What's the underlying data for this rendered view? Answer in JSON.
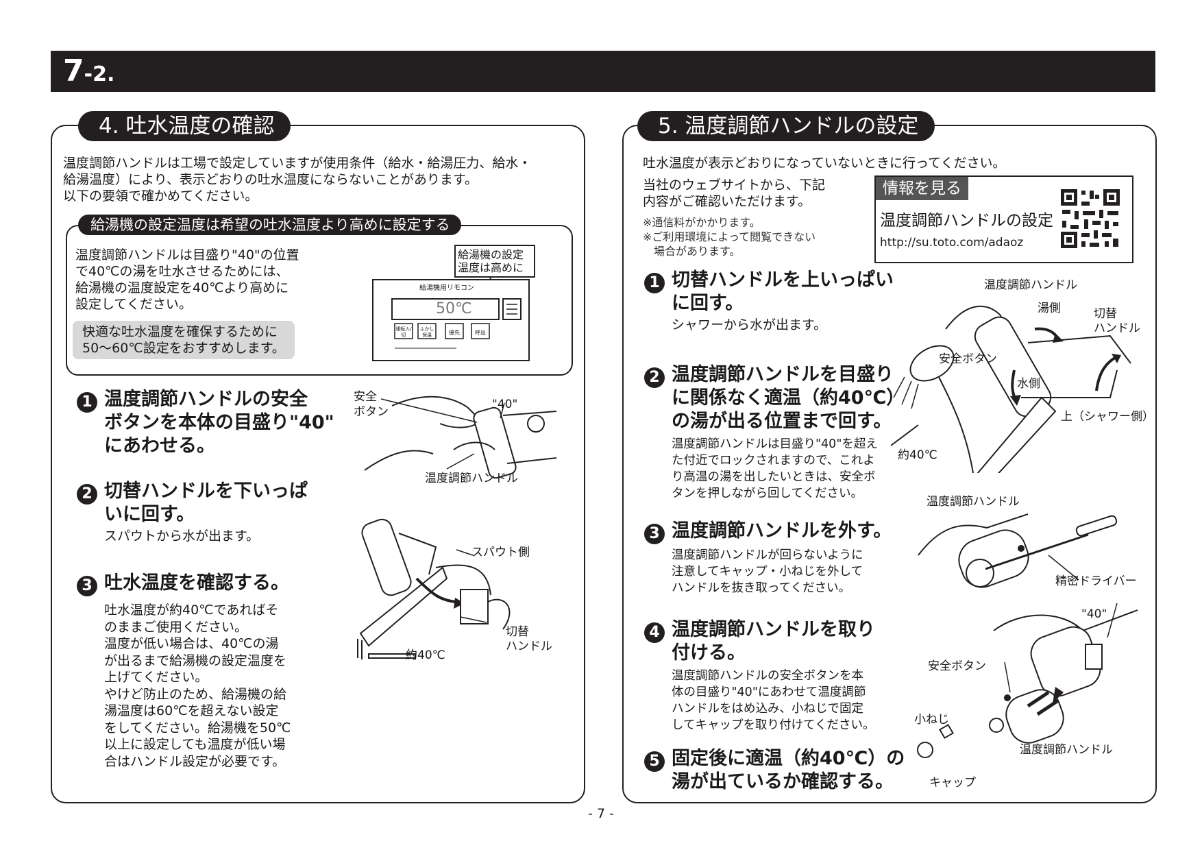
{
  "header": {
    "chapter_main": "7",
    "chapter_sub": "-2."
  },
  "left": {
    "title": "4. 吐水温度の確認",
    "intro": [
      "温度調節ハンドルは工場で設定していますが使用条件（給水・給湯圧力、給水・",
      "給湯温度）により、表示どおりの吐水温度にならないことがあります。",
      "以下の要領で確かめてください。"
    ],
    "sub_title": "給湯機の設定温度は希望の吐水温度より高めに設定する",
    "sub_text": [
      "温度調節ハンドルは目盛り\"40\"の位置",
      "で40℃の湯を吐水させるためには、",
      "給湯機の温度設定を40℃より高めに",
      "設定してください。"
    ],
    "sub_highlight": [
      "快適な吐水温度を確保するために",
      "50〜60℃設定をおすすめします。"
    ],
    "callout": [
      "給湯機の設定",
      "温度は高めに"
    ],
    "remote": {
      "label": "給湯機用リモコン",
      "display": "50℃",
      "buttons": [
        "運転入/切",
        "ふかし保温",
        "優先",
        "呼出"
      ]
    },
    "steps": [
      {
        "num": "1",
        "head": [
          "温度調節ハンドルの安全",
          "ボタンを本体の目盛り\"40\"",
          "にあわせる。"
        ],
        "body": []
      },
      {
        "num": "2",
        "head": [
          "切替ハンドルを下いっぱ",
          "いに回す。"
        ],
        "body": [
          "スパウトから水が出ます。"
        ]
      },
      {
        "num": "3",
        "head": [
          "吐水温度を確認する。"
        ],
        "body": [
          "吐水温度が約40℃であればそ",
          "のままご使用ください。",
          "温度が低い場合は、40℃の湯",
          "が出るまで給湯機の設定温度を",
          "上げてください。",
          "やけど防止のため、給湯機の給",
          "湯温度は60℃を超えない設定",
          "をしてください。給湯機を50℃",
          "以上に設定しても温度が低い場",
          "合はハンドル設定が必要です。"
        ]
      }
    ],
    "fig1": {
      "safety": [
        "安全",
        "ボタン"
      ],
      "mark": "\"40\"",
      "handle": "温度調節ハンドル"
    },
    "fig2": {
      "spout": "スパウト側",
      "switch": [
        "切替",
        "ハンドル"
      ],
      "temp": "約40℃"
    }
  },
  "right": {
    "title": "5. 温度調節ハンドルの設定",
    "intro": "吐水温度が表示どおりになっていないときに行ってください。",
    "web_text": [
      "当社のウェブサイトから、下記",
      "内容がご確認いただけます。"
    ],
    "notes": [
      "※通信料がかかります。",
      "※ご利用環境によって閲覧できない",
      "　場合があります。"
    ],
    "info": {
      "tag": "情報を見る",
      "title": "温度調節ハンドルの設定",
      "url": "http://su.toto.com/adaoz"
    },
    "steps": [
      {
        "num": "1",
        "head": [
          "切替ハンドルを上いっぱい",
          "に回す。"
        ],
        "body": [
          "シャワーから水が出ます。"
        ]
      },
      {
        "num": "2",
        "head": [
          "温度調節ハンドルを目盛り",
          "に関係なく適温（約40℃）",
          "の湯が出る位置まで回す。"
        ],
        "body": [
          "温度調節ハンドルは目盛り\"40\"を超え",
          "た付近でロックされますので、これよ",
          "り高温の湯を出したいときは、安全ボ",
          "タンを押しながら回してください。"
        ]
      },
      {
        "num": "3",
        "head": [
          "温度調節ハンドルを外す。"
        ],
        "body": [
          "温度調節ハンドルが回らないように",
          "注意してキャップ・小ねじを外して",
          "ハンドルを抜き取ってください。"
        ]
      },
      {
        "num": "4",
        "head": [
          "温度調節ハンドルを取り",
          "付ける。"
        ],
        "body": [
          "温度調節ハンドルの安全ボタンを本",
          "体の目盛り\"40\"にあわせて温度調節",
          "ハンドルをはめ込み、小ねじで固定",
          "してキャップを取り付けてください。"
        ]
      },
      {
        "num": "5",
        "head": [
          "固定後に適温（約40℃）の",
          "湯が出ているか確認する。"
        ],
        "body": []
      }
    ],
    "fig1": {
      "handle": "温度調節ハンドル",
      "hot": "湯側",
      "switch": [
        "切替",
        "ハンドル"
      ],
      "safety": "安全ボタン",
      "cold": "水側",
      "up": "上（シャワー側）",
      "temp": "約40℃"
    },
    "fig2": {
      "handle": "温度調節ハンドル",
      "driver": "精密ドライバー"
    },
    "fig3": {
      "mark": "\"40\"",
      "safety": "安全ボタン",
      "screw": "小ねじ",
      "cap": "キャップ",
      "handle": "温度調節ハンドル"
    }
  },
  "footer": {
    "page": "- 7 -"
  }
}
